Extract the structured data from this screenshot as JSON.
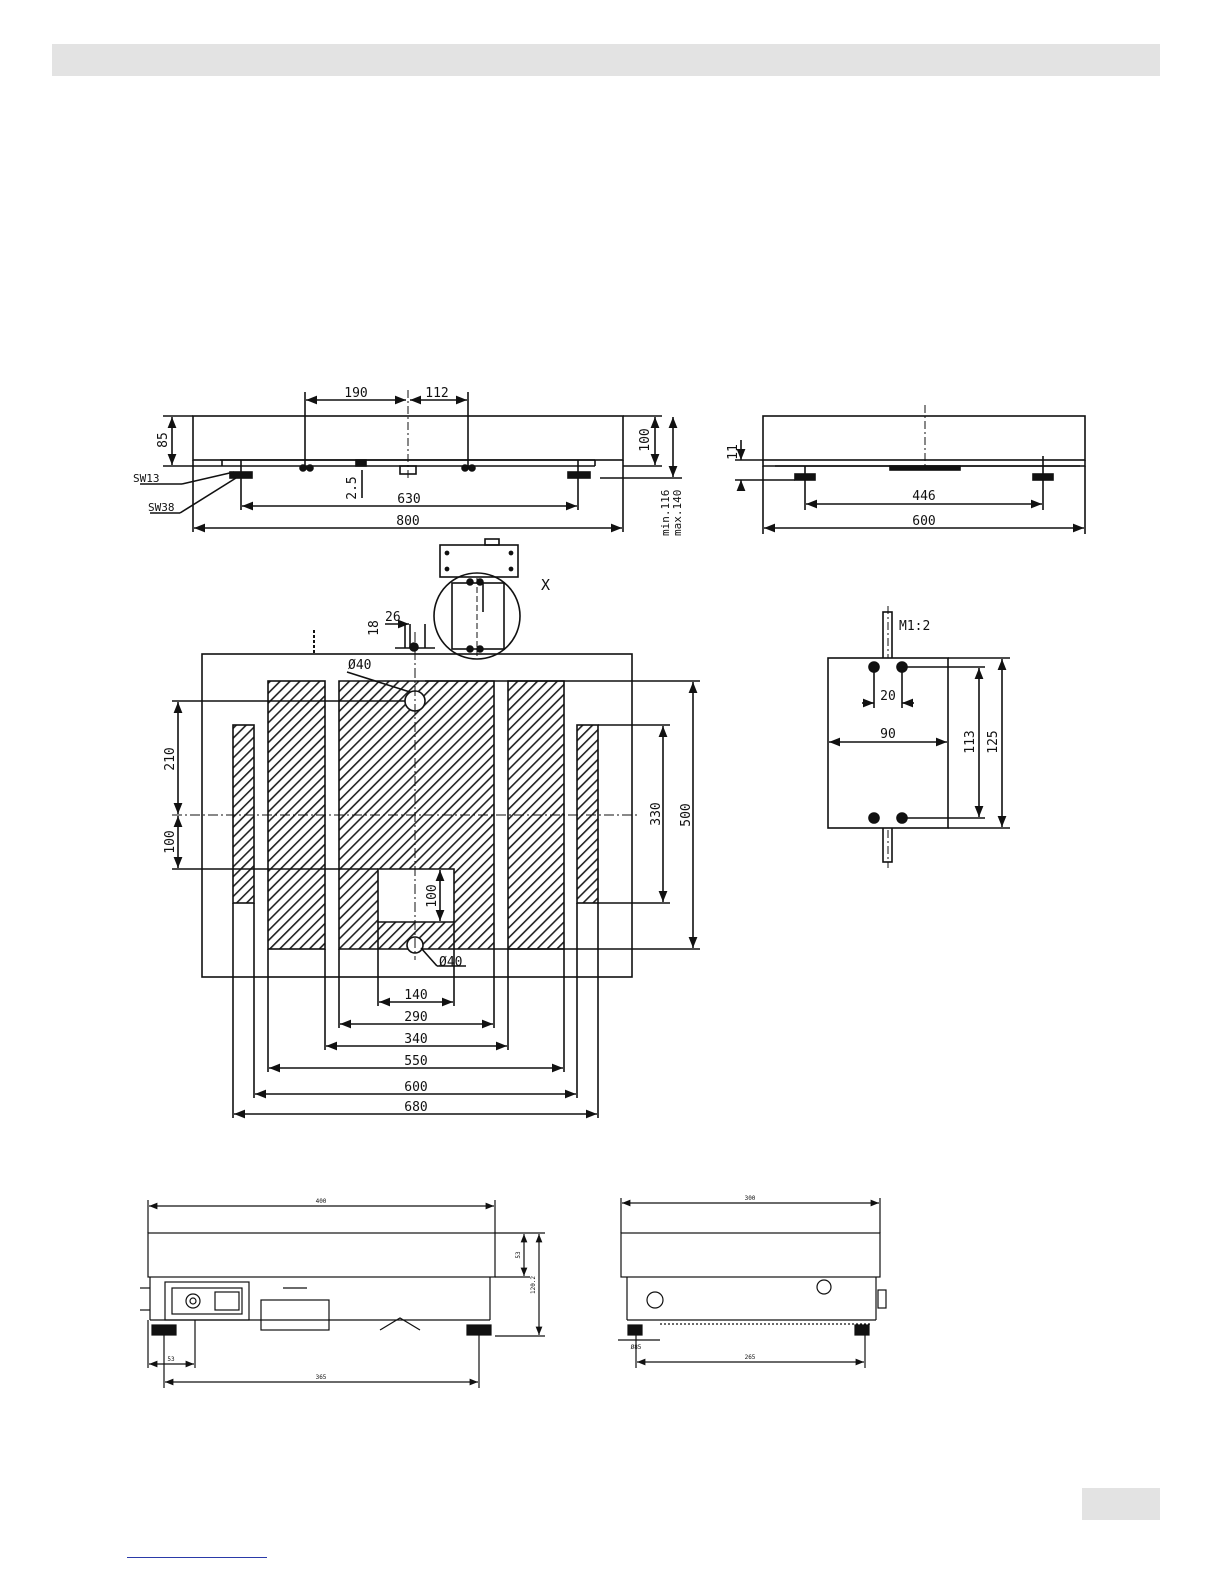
{
  "drawing1": {
    "dim_190": "190",
    "dim_112": "112",
    "dim_85": "85",
    "dim_100": "100",
    "dim_2_5": "2.5",
    "dim_630": "630",
    "dim_800": "800",
    "label_sw13": "SW13",
    "label_sw38": "SW38",
    "label_min": "min.116",
    "label_max": "max.140"
  },
  "drawing2": {
    "dim_11": "11",
    "dim_446": "446",
    "dim_600": "600"
  },
  "drawing3": {
    "label_x": "X",
    "dim_26": "26",
    "dim_18": "18",
    "dim_dia40_top": "Ø40",
    "dim_dia40_bottom": "Ø40",
    "dim_210": "210",
    "dim_100_left": "100",
    "dim_100_inner": "100",
    "dim_330": "330",
    "dim_500": "500",
    "dim_140": "140",
    "dim_290": "290",
    "dim_340": "340",
    "dim_550": "550",
    "dim_600": "600",
    "dim_680": "680"
  },
  "drawing4": {
    "label_m": "M1:2",
    "dim_20": "20",
    "dim_90": "90",
    "dim_113": "113",
    "dim_125": "125"
  },
  "drawing5": {
    "dim_400": "400",
    "dim_53_h": "53",
    "dim_120_2": "120.2",
    "dim_53_w": "53",
    "dim_365": "365"
  },
  "drawing6": {
    "dim_300": "300",
    "dim_dia85": "Ø85",
    "dim_265": "265"
  }
}
